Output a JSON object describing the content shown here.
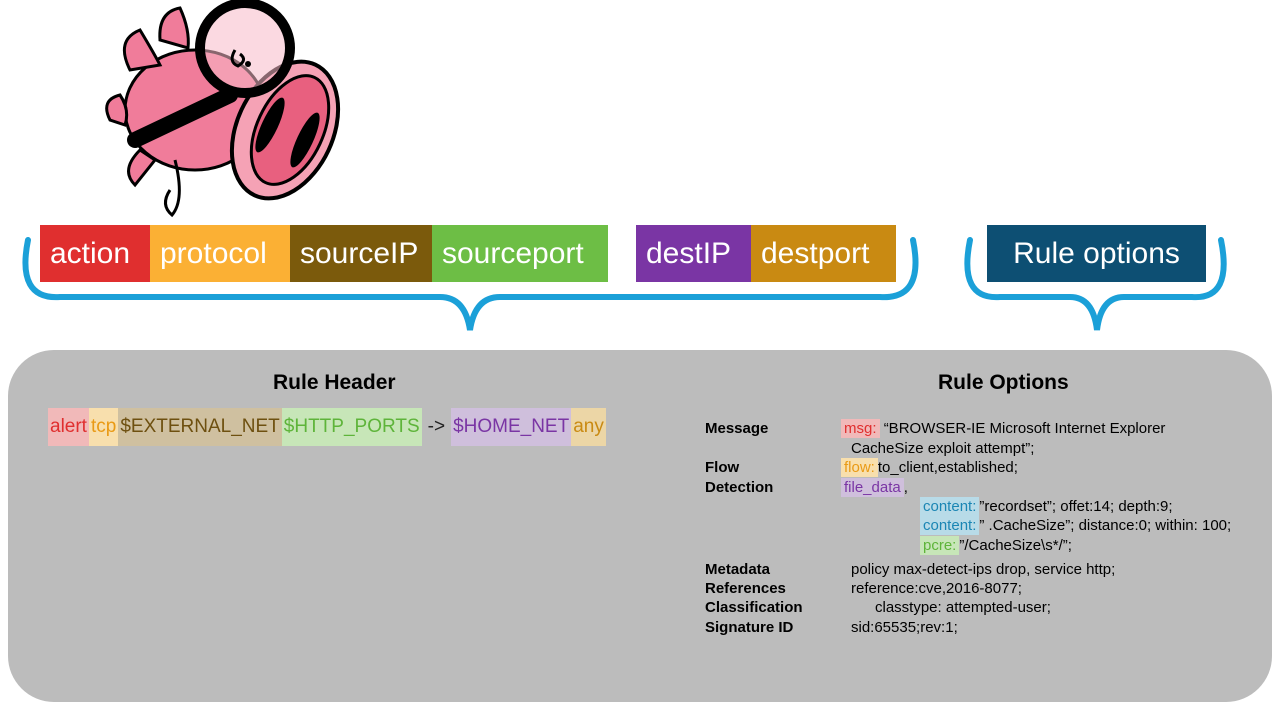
{
  "colors": {
    "action": "#e02f2f",
    "protocol": "#fbb034",
    "sourceip": "#7b5a0c",
    "sourceport": "#6dbe45",
    "destip": "#7a35a4",
    "destport": "#c98a12",
    "rule_options": "#0d4f73",
    "brace": "#1ba0d8",
    "panel": "#bcbcbc"
  },
  "header_fields": {
    "action": "action",
    "protocol": "protocol",
    "sourceip": "sourceIP",
    "sourceport": "sourceport",
    "destip": "destIP",
    "destport": "destport"
  },
  "rule_options_label": "Rule options",
  "panel": {
    "header_title": "Rule Header",
    "options_title": "Rule Options"
  },
  "example_header": {
    "action": "alert",
    "protocol": "tcp",
    "sourceip": "$EXTERNAL_NET",
    "sourceport": "$HTTP_PORTS",
    "arrow": "->",
    "destip": "$HOME_NET",
    "destport": "any"
  },
  "options": {
    "message_label": "Message",
    "msg_key": "msg:",
    "msg_line1": "“BROWSER-IE Microsoft Internet Explorer",
    "msg_line2": "CacheSize exploit attempt”;",
    "flow_label": "Flow",
    "flow_key": "flow:",
    "flow_value": "to_client,established;",
    "detection_label": "Detection",
    "file_data": "file_data",
    "file_data_suffix": ",",
    "content1_key": "content:",
    "content1_value": "”recordset”; offet:14; depth:9;",
    "content2_key": "content:",
    "content2_value": "” .CacheSize”; distance:0; within: 100;",
    "pcre_key": "pcre:",
    "pcre_value": "”/CacheSize\\s*/”;",
    "metadata_label": "Metadata",
    "metadata_value": "policy max-detect-ips drop, service http;",
    "references_label": "References",
    "references_value": "reference:cve,2016-8077;",
    "classification_label": "Classification",
    "classification_value": "classtype: attempted-user;",
    "sid_label": "Signature ID",
    "sid_value": "sid:65535;rev:1;"
  }
}
